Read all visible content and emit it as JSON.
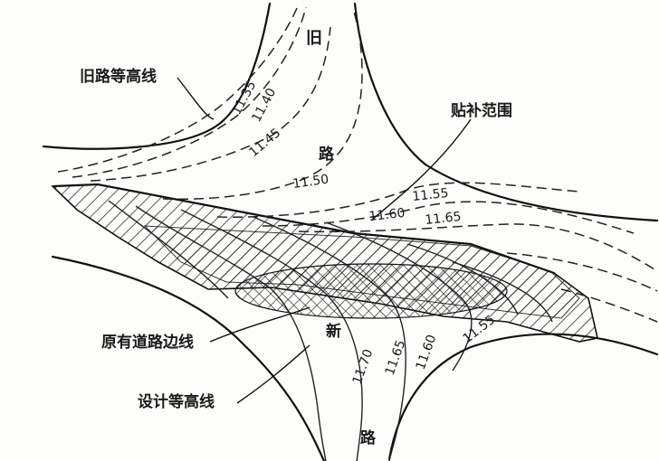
{
  "callouts": {
    "old_contour": "旧路等高线",
    "patch_range": "贴补范围",
    "existing_edge": "原有道路边线",
    "design_contour": "设计等高线"
  },
  "road_labels": {
    "old_top": "旧",
    "old_mid": "路",
    "new_mid": "新",
    "new_bottom": "路"
  },
  "old_contours": [
    "11.35",
    "11.40",
    "11.45",
    "11.50",
    "11.55",
    "11.60",
    "11.65"
  ],
  "design_contours": [
    "11.70",
    "11.65",
    "11.60",
    "11.55"
  ]
}
